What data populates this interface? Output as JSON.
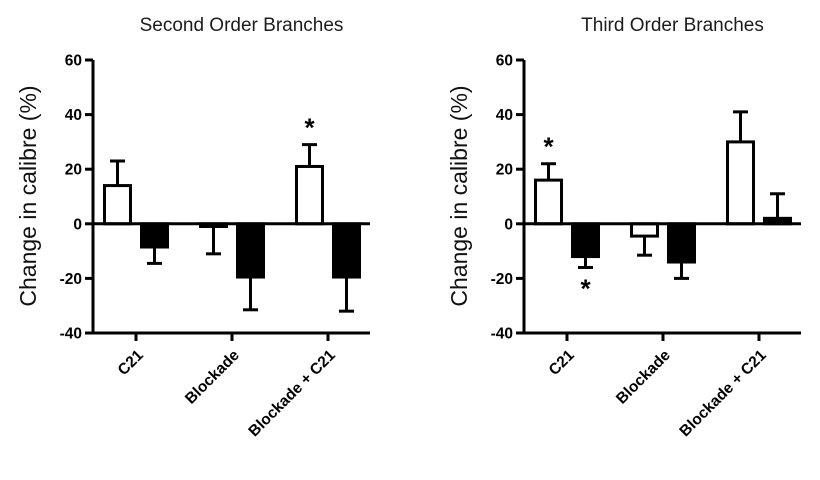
{
  "figure": {
    "background_color": "#ffffff",
    "axis_color": "#000000",
    "open_bar_fill": "#ffffff",
    "filled_bar_fill": "#000000"
  },
  "chart_data": [
    {
      "type": "bar",
      "title": "Second Order Branches",
      "xlabel": "",
      "ylabel": "Change in calibre (%)",
      "ylim": [
        -40,
        60
      ],
      "yticks": [
        -40,
        -20,
        0,
        20,
        40,
        60
      ],
      "grid": false,
      "legend": "none",
      "categories": [
        "C21",
        "Blockade",
        "Blockade + C21"
      ],
      "series": [
        {
          "name": "open-bar",
          "fill": "#ffffff",
          "values": [
            14,
            -1,
            21
          ],
          "errors": [
            9,
            10,
            8
          ]
        },
        {
          "name": "filled-bar",
          "fill": "#000000",
          "values": [
            -8.5,
            -19.5,
            -19.5
          ],
          "errors": [
            6,
            12,
            12.5
          ]
        }
      ],
      "annotations": [
        {
          "text": "*",
          "series": 0,
          "category": 2,
          "placement": "above"
        }
      ]
    },
    {
      "type": "bar",
      "title": "Third Order Branches",
      "xlabel": "",
      "ylabel": "Change in calibre (%)",
      "ylim": [
        -40,
        60
      ],
      "yticks": [
        -40,
        -20,
        0,
        20,
        40,
        60
      ],
      "grid": false,
      "legend": "none",
      "categories": [
        "C21",
        "Blockade",
        "Blockade + C21"
      ],
      "series": [
        {
          "name": "open-bar",
          "fill": "#ffffff",
          "values": [
            16,
            -4.5,
            30
          ],
          "errors": [
            6,
            7,
            11
          ]
        },
        {
          "name": "filled-bar",
          "fill": "#000000",
          "values": [
            -12,
            -14,
            2
          ],
          "errors": [
            4,
            6,
            9
          ]
        }
      ],
      "annotations": [
        {
          "text": "*",
          "series": 0,
          "category": 0,
          "placement": "above"
        },
        {
          "text": "*",
          "series": 1,
          "category": 0,
          "placement": "below"
        }
      ]
    }
  ]
}
